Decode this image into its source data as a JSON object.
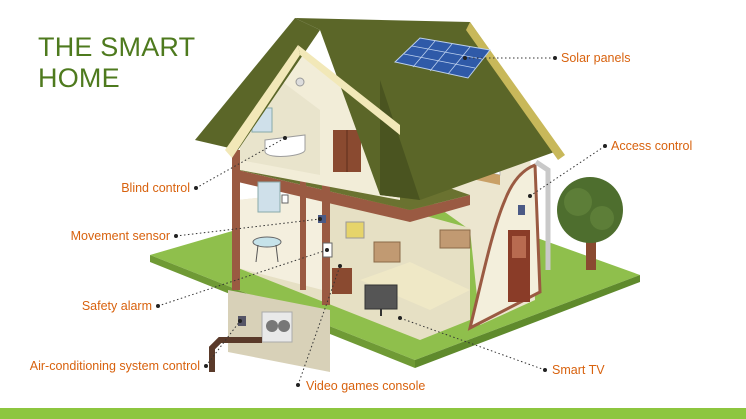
{
  "title": {
    "line1": "THE SMART",
    "line2": "HOME"
  },
  "labels": {
    "solar_panels": "Solar panels",
    "access_control": "Access control",
    "blind_control": "Blind control",
    "movement_sensor": "Movement sensor",
    "safety_alarm": "Safety alarm",
    "air_conditioning": "Air-conditioning system control",
    "video_games_console": "Video games console",
    "smart_tv": "Smart TV"
  },
  "colors": {
    "title": "#4e7a1e",
    "label": "#d8620e",
    "roof": "#5b6628",
    "grass": "#8fbf4c",
    "wall": "#9a5a42",
    "bottom_bar": "#8dc63f"
  }
}
